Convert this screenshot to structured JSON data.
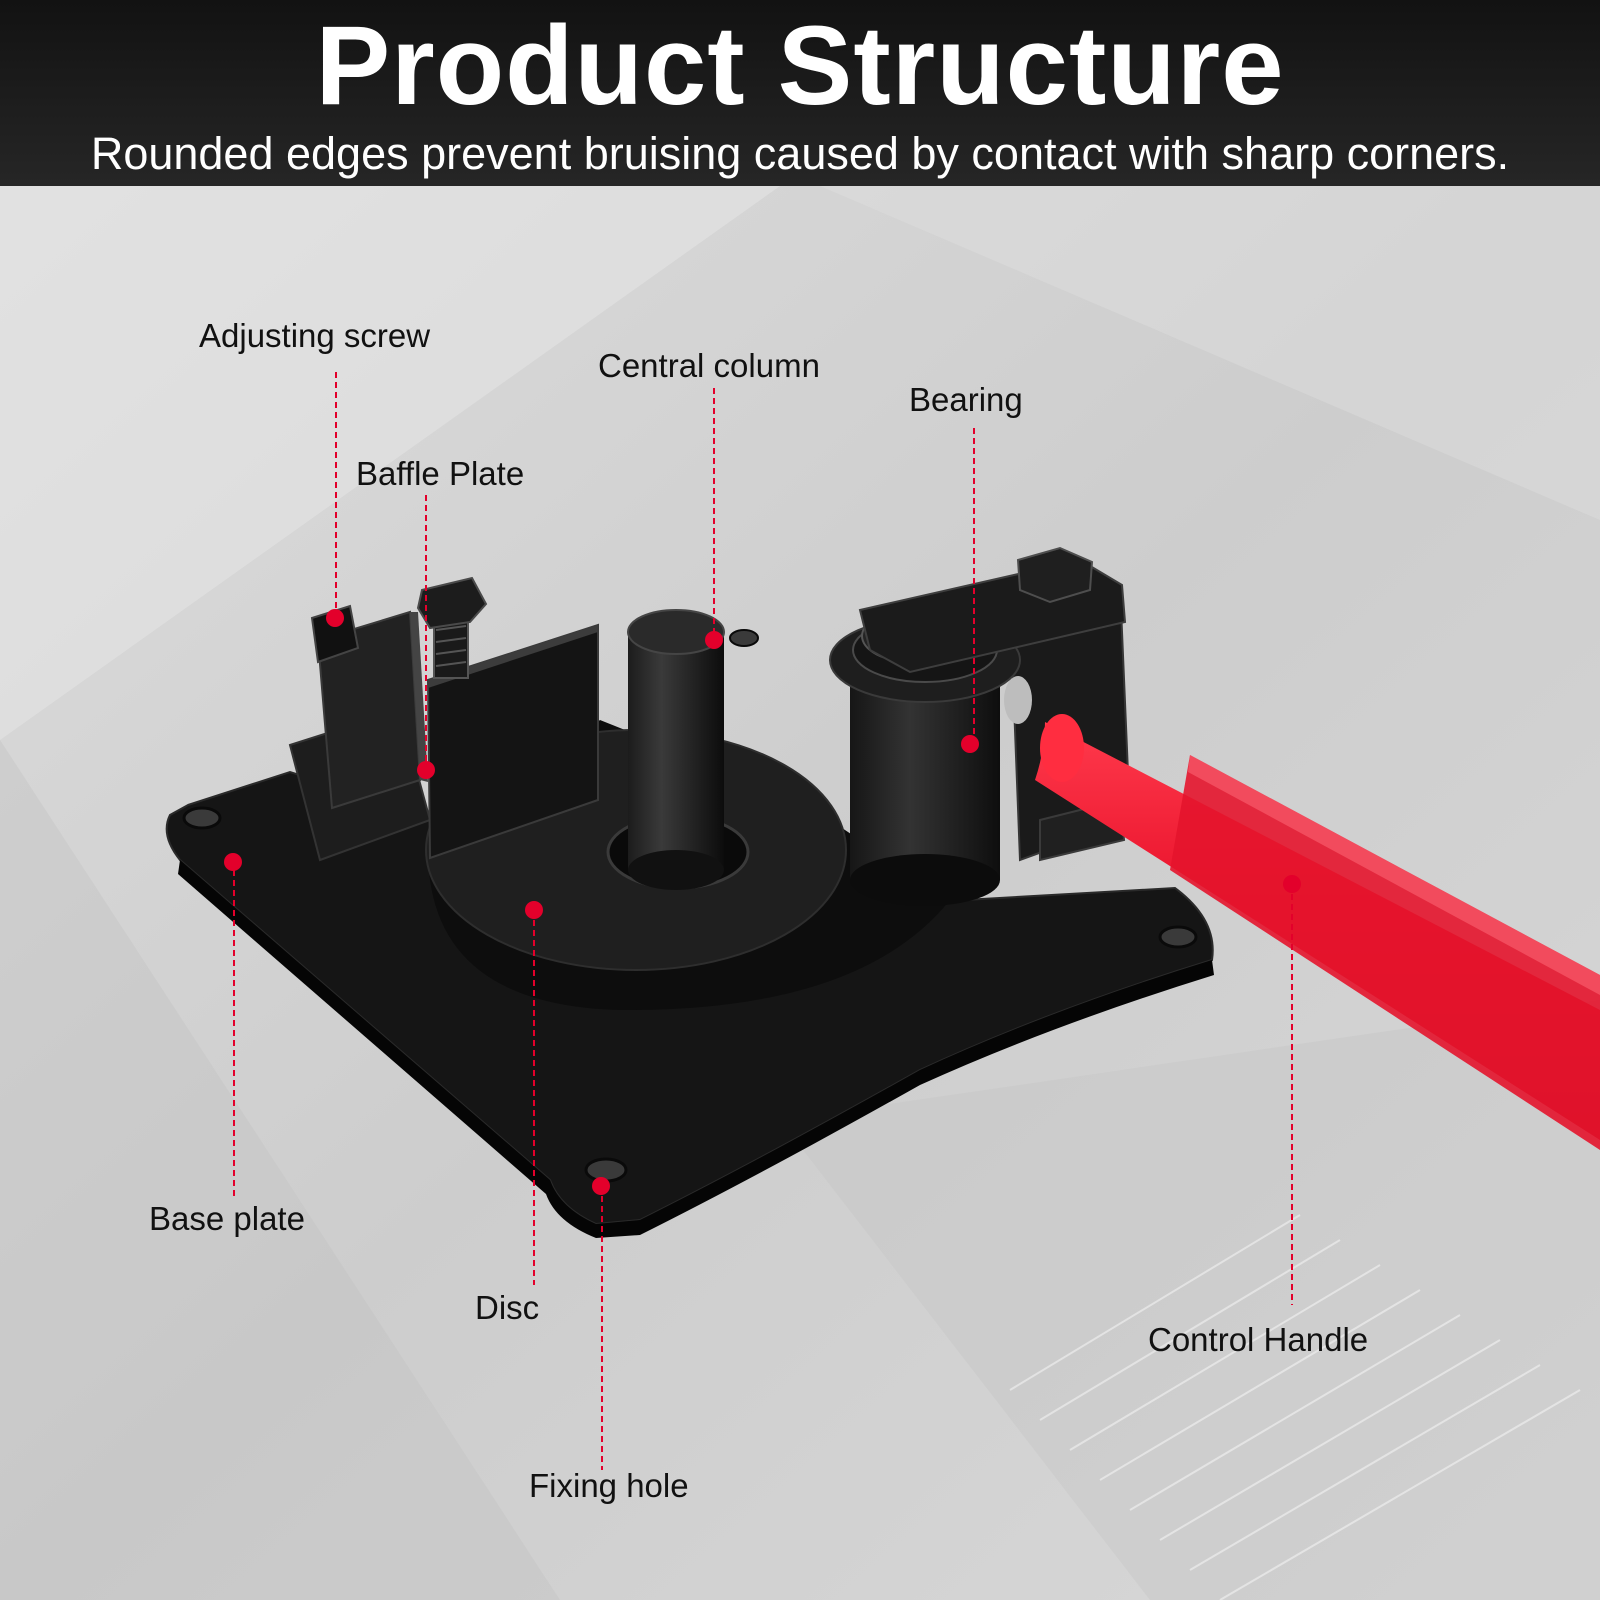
{
  "header": {
    "title": "Product Structure",
    "subtitle": "Rounded edges prevent bruising caused by contact with sharp corners."
  },
  "colors": {
    "header_bg": "#1a1a1a",
    "accent_red": "#e3002b",
    "product_black": "#151515",
    "handle_red": "#e8102a",
    "background": "#d4d4d4"
  },
  "callouts": [
    {
      "id": "adjusting-screw",
      "label": "Adjusting screw"
    },
    {
      "id": "baffle-plate",
      "label": "Baffle Plate"
    },
    {
      "id": "central-column",
      "label": "Central column"
    },
    {
      "id": "bearing",
      "label": "Bearing"
    },
    {
      "id": "base-plate",
      "label": "Base plate"
    },
    {
      "id": "disc",
      "label": "Disc"
    },
    {
      "id": "fixing-hole",
      "label": "Fixing hole"
    },
    {
      "id": "control-handle",
      "label": "Control Handle"
    }
  ]
}
